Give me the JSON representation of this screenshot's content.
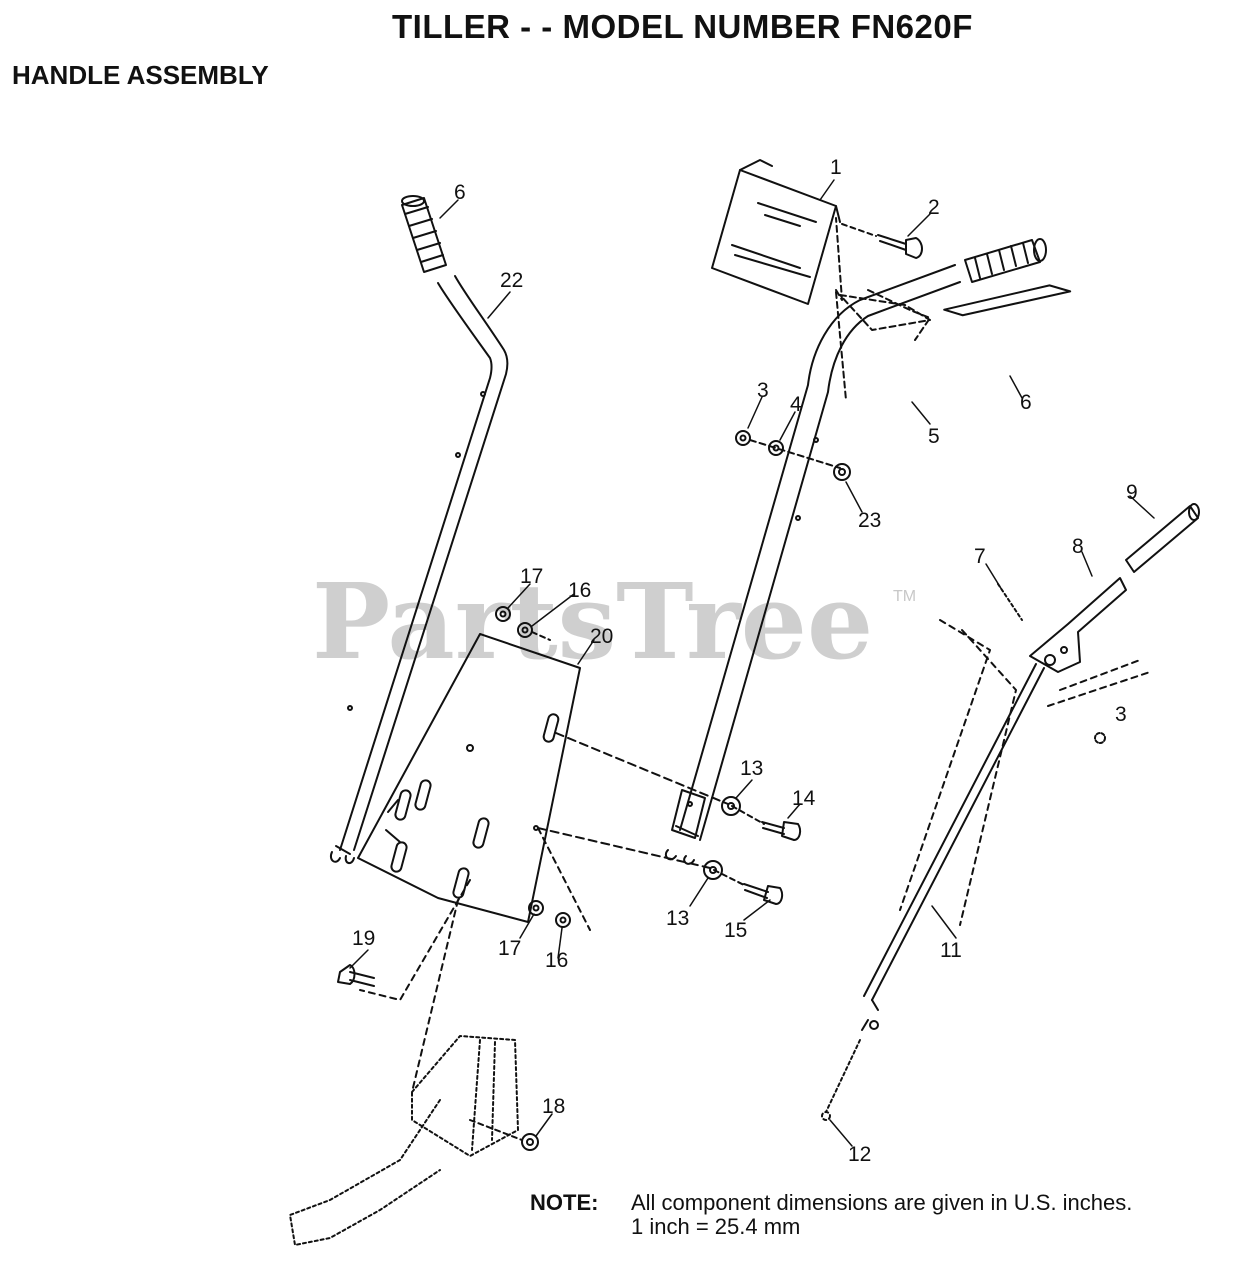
{
  "header": {
    "title": "TILLER - - MODEL NUMBER FN620F",
    "section": "HANDLE ASSEMBLY"
  },
  "watermark": {
    "text": "PartsTree",
    "tm": "TM"
  },
  "callouts": {
    "c1": "1",
    "c2": "2",
    "c3a": "3",
    "c3b": "3",
    "c4": "4",
    "c5": "5",
    "c6a": "6",
    "c6b": "6",
    "c7": "7",
    "c8": "8",
    "c9": "9",
    "c11": "11",
    "c12": "12",
    "c13a": "13",
    "c13b": "13",
    "c14": "14",
    "c15": "15",
    "c16a": "16",
    "c16b": "16",
    "c17a": "17",
    "c17b": "17",
    "c18": "18",
    "c19": "19",
    "c20": "20",
    "c22": "22",
    "c23": "23"
  },
  "note": {
    "label": "NOTE:",
    "line1": "All component dimensions are given in U.S. inches.",
    "line2": "1 inch = 25.4 mm"
  }
}
